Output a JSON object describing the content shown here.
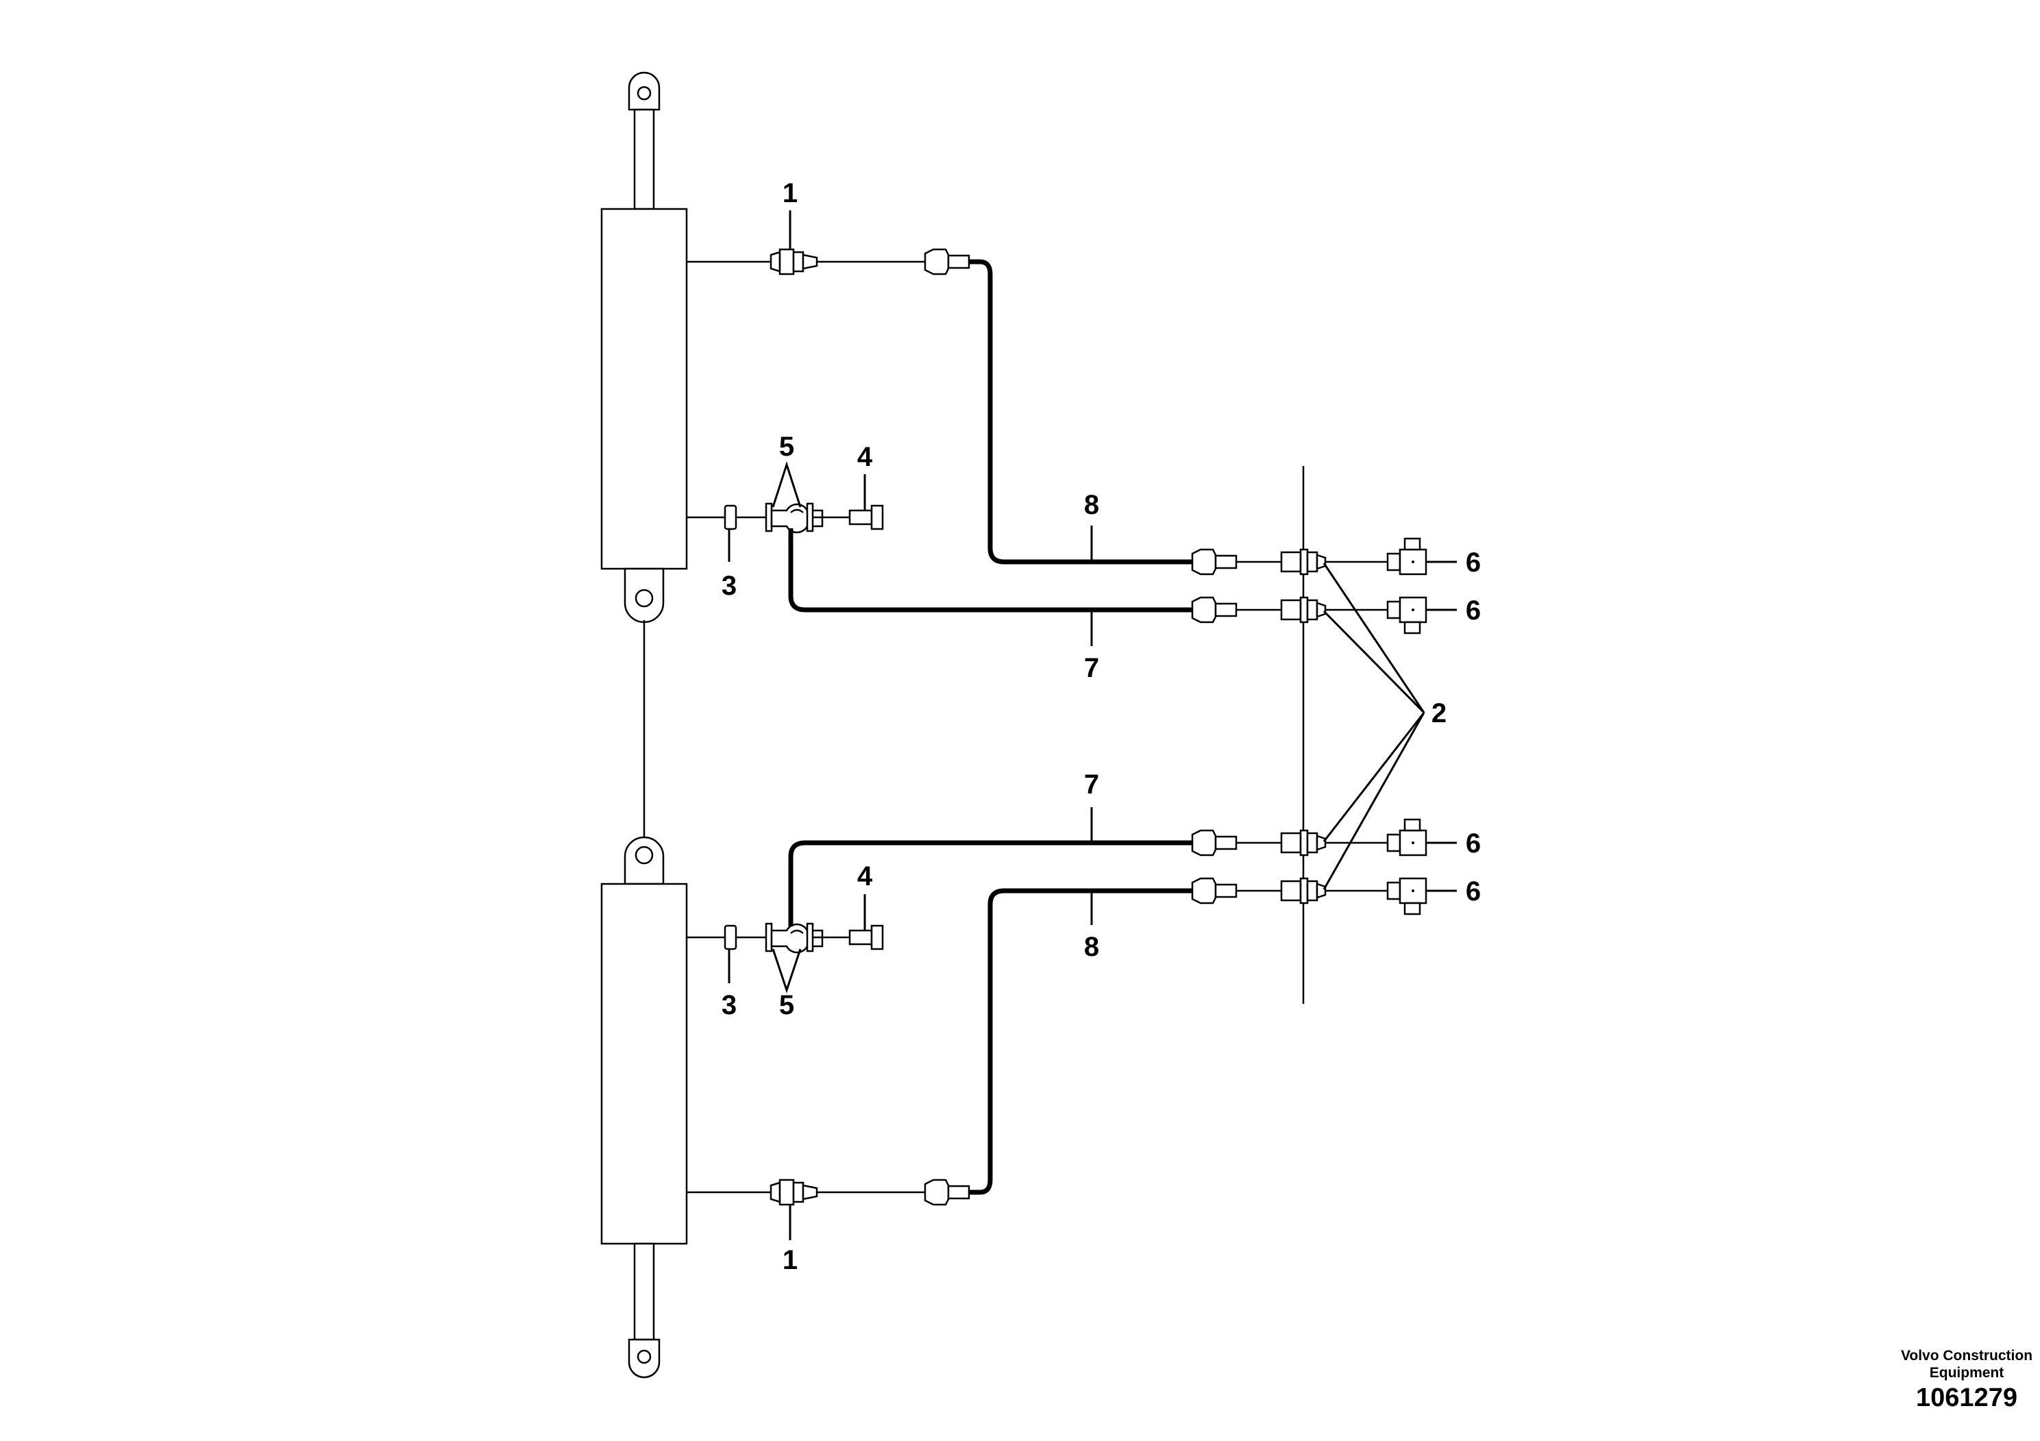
{
  "callouts": {
    "c1_top": "1",
    "c1_bottom": "1",
    "c2": "2",
    "c3_top": "3",
    "c3_bottom": "3",
    "c4_top": "4",
    "c4_bottom": "4",
    "c5_top": "5",
    "c5_bottom": "5",
    "c6_a": "6",
    "c6_b": "6",
    "c6_c": "6",
    "c6_d": "6",
    "c7_top": "7",
    "c7_bottom": "7",
    "c8_top": "8",
    "c8_bottom": "8"
  },
  "watermark": {
    "company_line1": "Volvo Construction",
    "company_line2": "Equipment",
    "drawing_number": "1061279"
  }
}
